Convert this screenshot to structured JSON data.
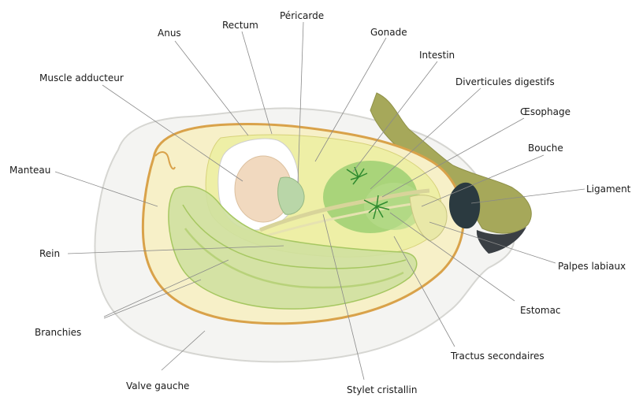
{
  "labels": {
    "anus": "Anus",
    "rectum": "Rectum",
    "pericarde": "Péricarde",
    "gonade": "Gonade",
    "intestin": "Intestin",
    "muscle_adducteur": "Muscle adducteur",
    "diverticules": "Diverticules digestifs",
    "oesophage": "Œsophage",
    "bouche": "Bouche",
    "manteau": "Manteau",
    "ligament": "Ligament",
    "rein": "Rein",
    "palpes": "Palpes labiaux",
    "estomac": "Estomac",
    "branchies": "Branchies",
    "tractus": "Tractus secondaires",
    "valve": "Valve gauche",
    "stylet": "Stylet cristallin"
  },
  "colors": {
    "shell_outer": "#f4f4f2",
    "shell_edge": "#d6d6d2",
    "mantle_border": "#d9a24a",
    "mantle_fill": "#f7f0c8",
    "gonade": "#eeefa6",
    "digestive": "#9ccf72",
    "stomach_mark": "#2f8a2f",
    "gills": "#cfe0a0",
    "gills_edge": "#a6c761",
    "adductor": "#f1d9bf",
    "pericarde": "#b9d6a8",
    "ligament_band": "#a6a85a",
    "ligament_knob": "#2b3a40",
    "hinge_dark": "#3a3f44"
  }
}
